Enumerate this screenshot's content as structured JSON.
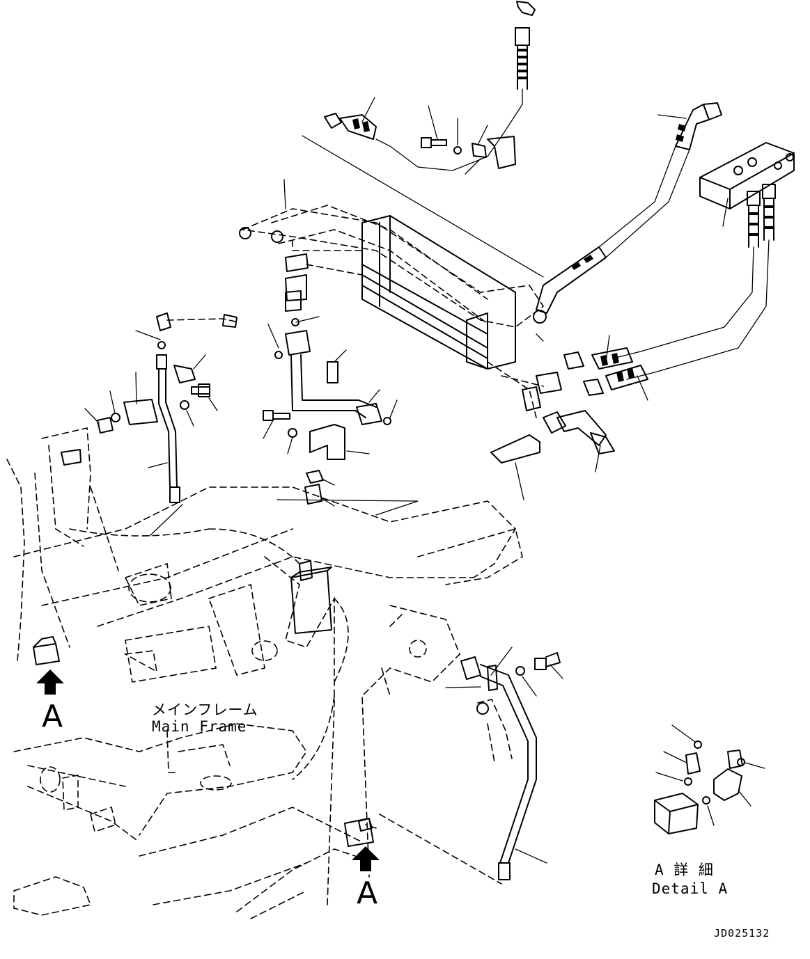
{
  "labels": {
    "main_frame_jp": "メインフレーム",
    "main_frame_en": "Main Frame",
    "view_marker_left": "A",
    "view_marker_center": "A",
    "detail_jp": "A 詳 細",
    "detail_en": "Detail A",
    "drawing_code": "JD025132"
  },
  "colors": {
    "ink": "#000000",
    "paper": "#ffffff"
  },
  "icons": {
    "view_arrow": "up-arrow-icon"
  }
}
